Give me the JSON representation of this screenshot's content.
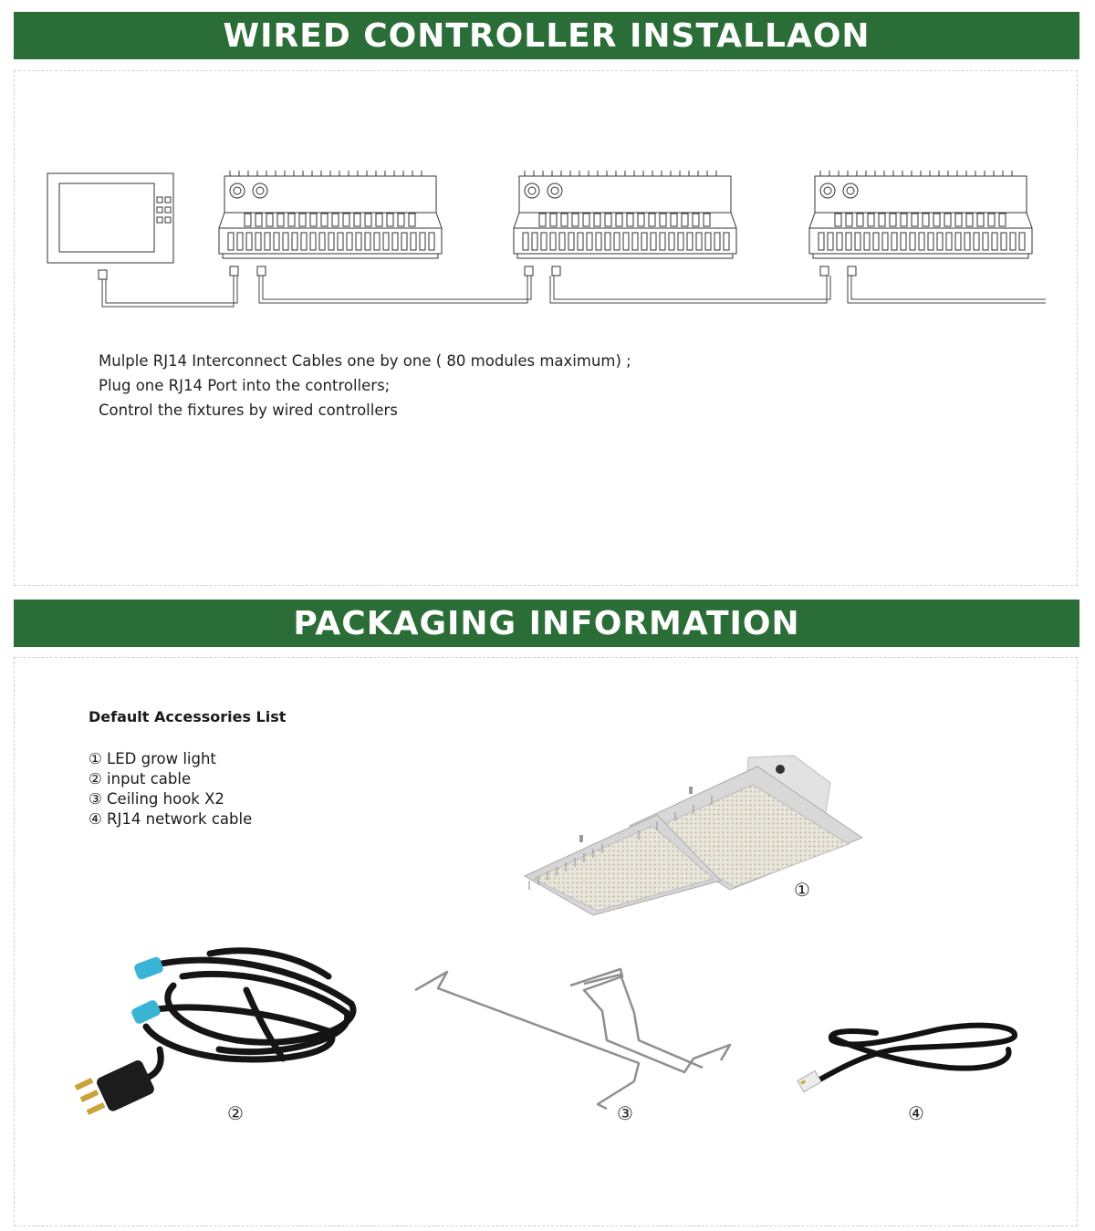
{
  "section1": {
    "title": "WIRED CONTROLLER INSTALLAON",
    "instructions": [
      "Mulple RJ14 Interconnect Cables one by one ( 80 modules maximum) ;",
      "Plug one RJ14 Port into the controllers;",
      "Control the fixtures by wired controllers"
    ]
  },
  "section2": {
    "title": "PACKAGING INFORMATION",
    "list_title": "Default Accessories List",
    "items": [
      "① LED grow light",
      "② input cable",
      "③ Ceiling hook X2",
      "④ RJ14 network cable"
    ],
    "callouts": [
      "①",
      "②",
      "③",
      "④"
    ]
  },
  "colors": {
    "banner": "#2a6d36",
    "banner_text": "#ffffff",
    "cable": "#111111",
    "cable_connector": "#3ab4d4",
    "metal": "#9a9a9a"
  }
}
